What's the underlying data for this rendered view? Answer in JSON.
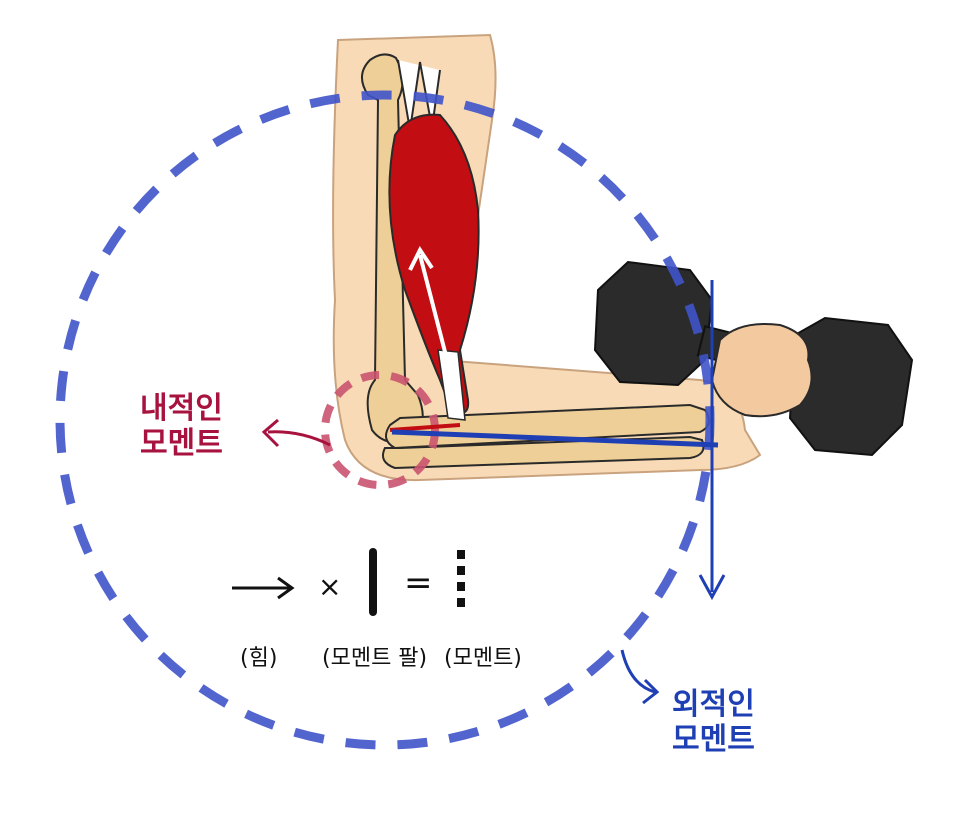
{
  "colors": {
    "internal": "#a8123f",
    "external": "#1f3fb5",
    "circle_external": "#3f53c9",
    "circle_internal": "#c9536f",
    "muscle": "#c20d12",
    "skin": "#f8dbb6",
    "bone": "#efcf98",
    "dumbbell": "#2b2b2b"
  },
  "labels": {
    "internal_moment": [
      "내적인",
      "모멘트"
    ],
    "external_moment": [
      "외적인",
      "모멘트"
    ]
  },
  "formula": {
    "times": "×",
    "equals": "=",
    "force": "(힘)",
    "moment_arm": "(모멘트 팔)",
    "moment": "(모멘트)"
  }
}
